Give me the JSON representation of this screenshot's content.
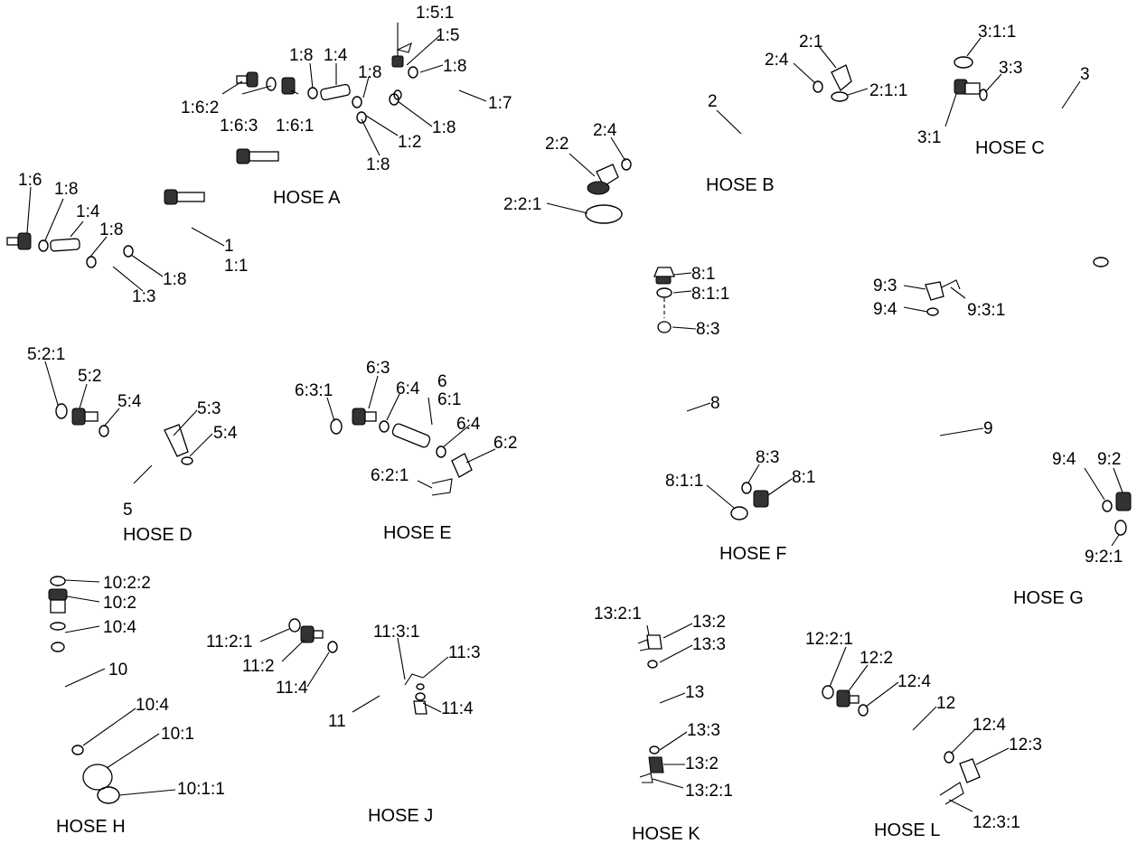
{
  "hose_titles": {
    "a": "HOSE A",
    "b": "HOSE B",
    "c": "HOSE C",
    "d": "HOSE D",
    "e": "HOSE E",
    "f": "HOSE F",
    "g": "HOSE G",
    "h": "HOSE H",
    "j": "HOSE J",
    "k": "HOSE K",
    "l": "HOSE L"
  },
  "callouts": {
    "a": [
      "1:5:1",
      "1:5",
      "1:8",
      "1:8",
      "1:4",
      "1:8",
      "1:7",
      "1:6:2",
      "1:6:3",
      "1:6:1",
      "1:8",
      "1:2",
      "1:8",
      "1:6",
      "1:8",
      "1:4",
      "1:8",
      "1",
      "1:1",
      "1:8",
      "1:3"
    ],
    "b": [
      "2:1",
      "2:4",
      "2:1:1",
      "2",
      "2:4",
      "2:2",
      "2:2:1"
    ],
    "c": [
      "3:1:1",
      "3:3",
      "3",
      "3:1"
    ],
    "d": [
      "5:2:1",
      "5:2",
      "5:4",
      "5:3",
      "5:4",
      "5"
    ],
    "e": [
      "6:3",
      "6",
      "6:3:1",
      "6:4",
      "6:1",
      "6:4",
      "6:2",
      "6:2:1"
    ],
    "f": [
      "8:1",
      "8:1:1",
      "8:3",
      "8",
      "8:3",
      "8:1:1",
      "8:1"
    ],
    "g": [
      "9:3",
      "9:4",
      "9:3:1",
      "9",
      "9:4",
      "9:2",
      "9:2:1"
    ],
    "h": [
      "10:2:2",
      "10:2",
      "10:4",
      "10",
      "10:4",
      "10:1",
      "10:1:1"
    ],
    "j": [
      "11:2:1",
      "11:3:1",
      "11:3",
      "11:2",
      "11:4",
      "11:4",
      "11"
    ],
    "k": [
      "13:2:1",
      "13:2",
      "13:3",
      "13",
      "13:3",
      "13:2",
      "13:2:1"
    ],
    "l": [
      "12:2:1",
      "12:2",
      "12:4",
      "12",
      "12:4",
      "12:3",
      "12:3:1"
    ]
  }
}
